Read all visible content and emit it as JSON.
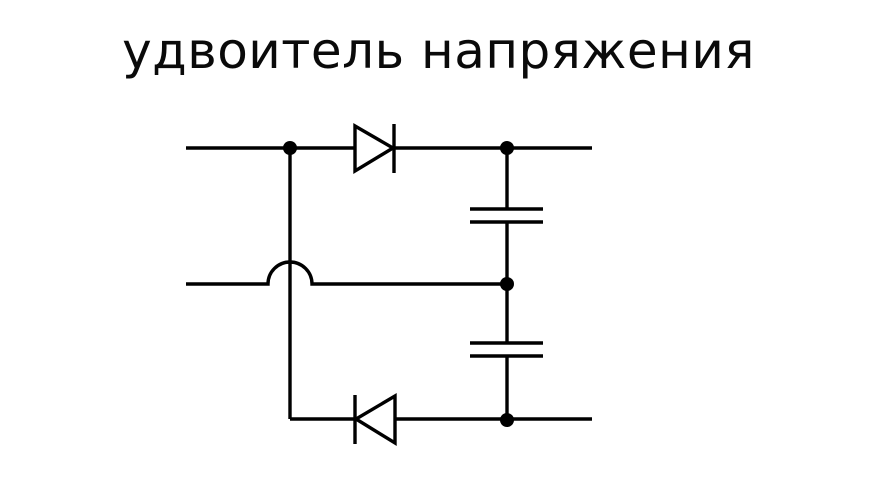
{
  "title": "удвоитель напряжения",
  "diagram": {
    "type": "circuit-schematic",
    "description": "Voltage doubler",
    "components": [
      {
        "id": "D1",
        "kind": "diode",
        "orientation": "anode-left, cathode-right",
        "net_a": "in_top",
        "net_k": "out_top"
      },
      {
        "id": "D2",
        "kind": "diode",
        "orientation": "cathode-left, anode-right",
        "net_k": "in_top",
        "net_a": "out_bottom"
      },
      {
        "id": "C1",
        "kind": "capacitor",
        "net_1": "out_top",
        "net_2": "mid"
      },
      {
        "id": "C2",
        "kind": "capacitor",
        "net_1": "mid",
        "net_2": "out_bottom"
      }
    ],
    "terminals": [
      "in_top",
      "in_mid",
      "out_top",
      "out_bottom"
    ],
    "colors": {
      "line": "#000000",
      "background": "#ffffff"
    }
  }
}
